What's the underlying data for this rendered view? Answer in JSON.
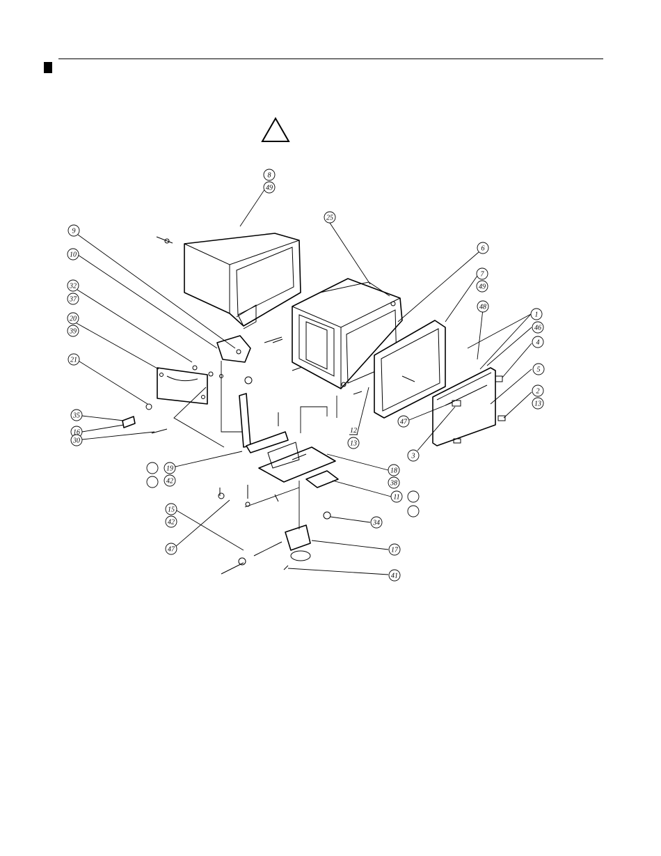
{
  "header": {
    "warning_symbol": "warning-triangle-icon"
  },
  "callouts": {
    "c8": "8",
    "c49a": "49",
    "c25": "25",
    "c9": "9",
    "c10": "10",
    "c32": "32",
    "c37": "37",
    "c20": "20",
    "c39": "39",
    "c6": "6",
    "c7": "7",
    "c49b": "49",
    "c48": "48",
    "c1": "1",
    "c46": "46",
    "c4": "4",
    "c21": "21",
    "c5": "5",
    "c2": "2",
    "c13a": "13",
    "c35": "35",
    "c16": "16",
    "c30": "30",
    "c47a": "47",
    "c12": "12",
    "c13b": "13",
    "c3": "3",
    "c19": "19",
    "c42a": "42",
    "c18": "18",
    "c38": "38",
    "c11": "11",
    "c15": "15",
    "c42b": "42",
    "c34": "34",
    "c47b": "47",
    "c17": "17",
    "c41": "41"
  }
}
